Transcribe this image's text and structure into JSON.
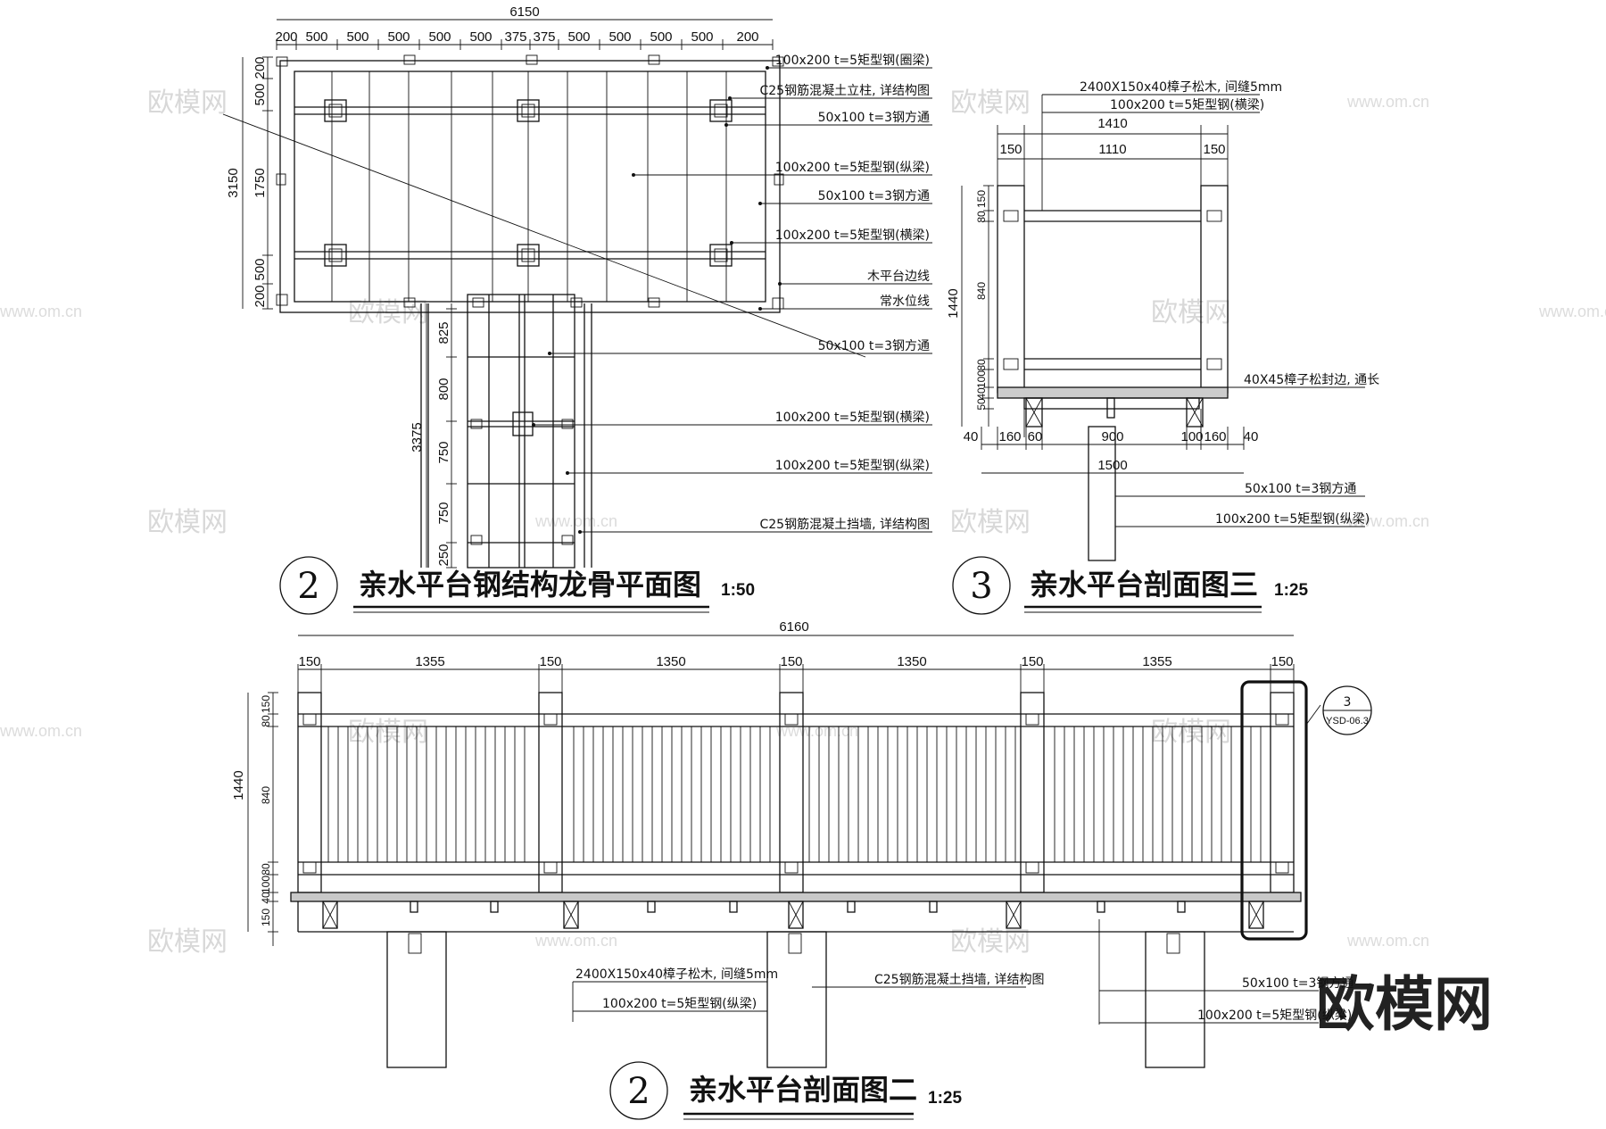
{
  "plan": {
    "overall_width": "6150",
    "top_dims": [
      "200",
      "500",
      "500",
      "500",
      "500",
      "500",
      "375",
      "375",
      "500",
      "500",
      "500",
      "500",
      "200"
    ],
    "left_overall": "3150",
    "left_dims": [
      "200",
      "500",
      "1750",
      "500",
      "200"
    ],
    "walk_overall": "3375",
    "walk_dims": [
      "825",
      "800",
      "750",
      "750",
      "250"
    ],
    "labels": [
      "100x200 t=5矩型钢(圈梁)",
      "C25钢筋混凝土立柱, 详结构图",
      "50x100 t=3钢方通",
      "100x200 t=5矩型钢(纵梁)",
      "50x100 t=3钢方通",
      "100x200 t=5矩型钢(横梁)",
      "木平台边线",
      "常水位线",
      "50x100 t=3钢方通",
      "100x200 t=5矩型钢(横梁)",
      "100x200 t=5矩型钢(纵梁)",
      "C25钢筋混凝土挡墙, 详结构图"
    ],
    "title": "亲水平台钢结构龙骨平面图",
    "scale": "1:50",
    "index": "2"
  },
  "section3": {
    "top_label_1": "2400X150x40樟子松木, 间缝5mm",
    "top_label_2": "100x200 t=5矩型钢(横梁)",
    "dim_1410": "1410",
    "dim_150_l": "150",
    "dim_1110": "1110",
    "dim_150_r": "150",
    "left_dims": [
      "150",
      "80",
      "840",
      "80",
      "100",
      "40",
      "50"
    ],
    "left_overall": "1440",
    "side_label": "40X45樟子松封边, 通长",
    "bottom_dims": [
      "40",
      "160",
      "60",
      "900",
      "100",
      "160",
      "40"
    ],
    "bottom_overall": "1500",
    "bottom_labels": [
      "50x100 t=3钢方通",
      "100x200 t=5矩型钢(纵梁)"
    ],
    "title": "亲水平台剖面图三",
    "scale": "1:25",
    "index": "3"
  },
  "section2": {
    "overall": "6160",
    "top_dims": [
      "150",
      "1355",
      "150",
      "1350",
      "150",
      "1350",
      "150",
      "1355",
      "150"
    ],
    "left_overall": "1440",
    "left_dims": [
      "150",
      "80",
      "840",
      "80",
      "100",
      "40",
      "150"
    ],
    "callout_top": "3",
    "callout_bottom": "YSD-06.3",
    "labels_left": [
      "2400X150x40樟子松木, 间缝5mm",
      "100x200 t=5矩型钢(纵梁)"
    ],
    "label_mid": "C25钢筋混凝土挡墙, 详结构图",
    "labels_right": [
      "50x100 t=3钢方通",
      "100x200 t=5矩型钢(纵梁)"
    ],
    "title": "亲水平台剖面图二",
    "scale": "1:25",
    "index": "2"
  },
  "watermarks": {
    "cn": "欧模网",
    "url": "www.om.cn",
    "brand": "欧模网"
  }
}
